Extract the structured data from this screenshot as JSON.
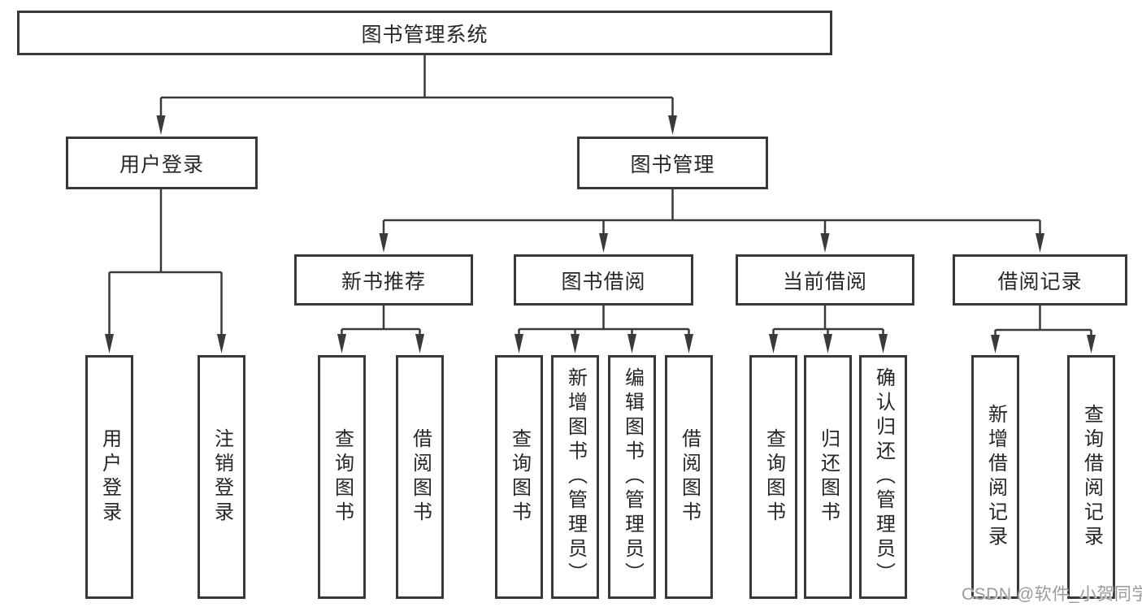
{
  "diagram": {
    "title": "图书管理系统",
    "level2": {
      "user_login": "用户登录",
      "book_mgmt": "图书管理"
    },
    "level3": {
      "new_books": "新书推荐",
      "borrowing": "图书借阅",
      "current": "当前借阅",
      "records": "借阅记录"
    },
    "leaves": {
      "user_login": "用户登录",
      "logout": "注销登录",
      "nb_query_book": "查询图书",
      "nb_borrow_book": "借阅图书",
      "bw_query_book": "查询图书",
      "bw_add_book": "新增图书（管理员）",
      "bw_edit_book": "编辑图书（管理员）",
      "bw_borrow_book": "借阅图书",
      "cu_query_book": "查询图书",
      "cu_return_book": "归还图书",
      "cu_confirm_return": "确认归还（管理员）",
      "rc_add_record": "新增借阅记录",
      "rc_query_record": "查询借阅记录"
    }
  },
  "watermark": "CSDN @软件_小贺同学",
  "colors": {
    "background": "#ffffff",
    "line": "#3a3a3a",
    "box_border": "#383838",
    "text": "#262626",
    "watermark_text": "#9b9b9b"
  }
}
